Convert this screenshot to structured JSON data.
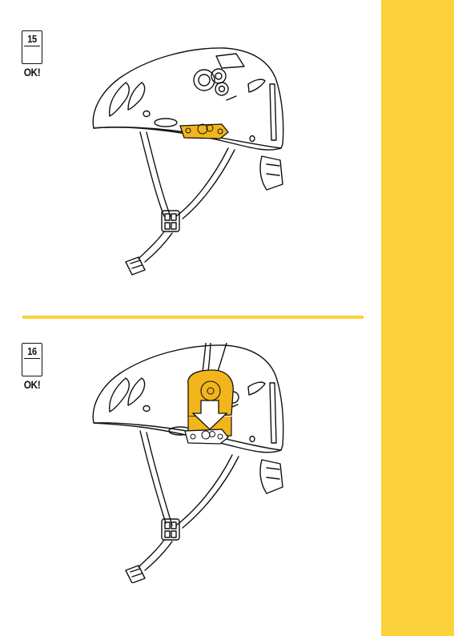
{
  "steps": [
    {
      "number": "15",
      "status": "OK!"
    },
    {
      "number": "16",
      "status": "OK!"
    }
  ],
  "colors": {
    "accent": "#fcd23a",
    "part": "#f2b51c",
    "line": "#111111"
  },
  "icons": [
    "helmet-side-view",
    "kong-logo",
    "lamp-bracket",
    "arrow-down"
  ]
}
